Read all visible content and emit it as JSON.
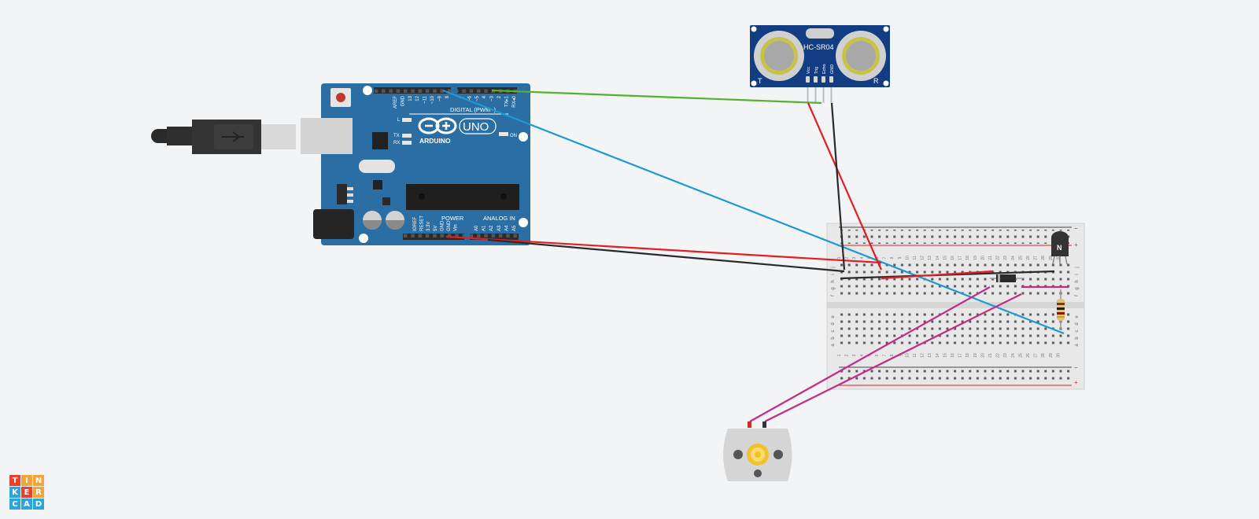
{
  "app": {
    "name": "Tinkercad"
  },
  "logo": {
    "letters": [
      "T",
      "I",
      "N",
      "K",
      "E",
      "R",
      "C",
      "A",
      "D"
    ],
    "colors": [
      "#e8412c",
      "#f2a33a",
      "#f2a33a",
      "#2aa6dd",
      "#e8412c",
      "#f2a33a",
      "#2aa6dd",
      "#2aa6dd",
      "#2aa6dd"
    ]
  },
  "arduino": {
    "brand": "ARDUINO",
    "model": "UNO",
    "digital_label": "DIGITAL (PWM~)",
    "power_label": "POWER",
    "analog_label": "ANALOG IN",
    "on_label": "ON",
    "led_labels": [
      "L",
      "TX",
      "RX"
    ],
    "aref_pins": [
      "AREF",
      "GND",
      "13",
      "12",
      "~11",
      "~10",
      "~9",
      "8"
    ],
    "digital_pins": [
      "7",
      "~6",
      "~5",
      "4",
      "~3",
      "2",
      "TX▸1",
      "RX◂0"
    ],
    "power_pins": [
      "IOREF",
      "RESET",
      "3.3V",
      "5V",
      "GND",
      "GND",
      "Vin"
    ],
    "analog_pins": [
      "A0",
      "A1",
      "A2",
      "A3",
      "A4",
      "A5"
    ]
  },
  "sensor": {
    "name": "HC-SR04",
    "pins": [
      "Vcc",
      "Trig",
      "Echo",
      "GND"
    ],
    "left_mark": "T",
    "right_mark": "R"
  },
  "transistor": {
    "label": "N"
  },
  "breadboard": {
    "rows_top": [
      "j",
      "i",
      "h",
      "g",
      "f"
    ],
    "rows_bottom": [
      "e",
      "d",
      "c",
      "b",
      "a"
    ],
    "plus": "+",
    "minus": "−"
  },
  "colors": {
    "board": "#2b6ea3",
    "wire_green": "#55b130",
    "wire_blue": "#1d9ad4",
    "wire_red": "#e21f24",
    "wire_black": "#2a2a2a",
    "wire_magenta": "#c42a8a",
    "sensor": "#123d82"
  }
}
